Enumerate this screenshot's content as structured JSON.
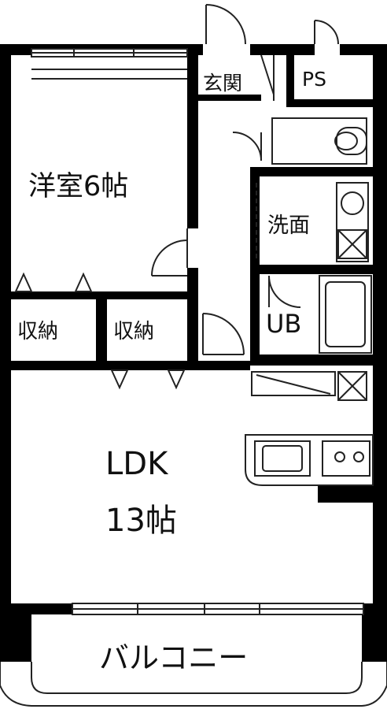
{
  "rooms": {
    "western_room": {
      "name": "洋室6帖"
    },
    "closet_left": {
      "name": "収納"
    },
    "closet_right": {
      "name": "収納"
    },
    "entrance": {
      "name": "玄関"
    },
    "pipe_space": {
      "name": "PS"
    },
    "washroom": {
      "name": "洗面"
    },
    "unit_bath": {
      "name": "UB"
    },
    "ldk": {
      "name": "LDK",
      "size": "13帖"
    },
    "balcony": {
      "name": "バルコニー"
    }
  },
  "colors": {
    "wall": "#000000",
    "background": "#ffffff",
    "line": "#222222"
  }
}
